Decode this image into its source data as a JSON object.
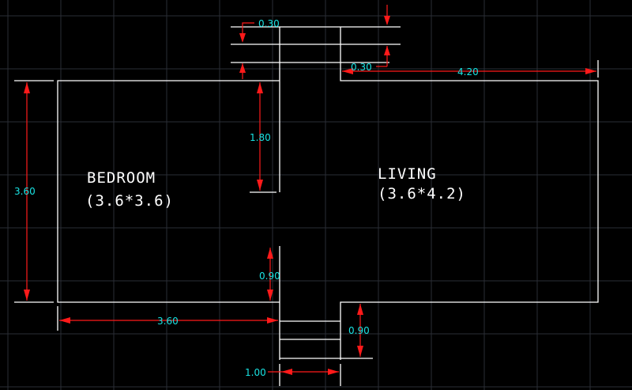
{
  "rooms": {
    "bedroom": {
      "name": "BEDROOM",
      "size": "(3.6*3.6)"
    },
    "living": {
      "name": "LIVING",
      "size": "(3.6*4.2)"
    }
  },
  "dimensions": {
    "top_gap_upper": "0.30",
    "top_gap_lower": "0.30",
    "living_width": "4.20",
    "partition_upper": "1.80",
    "bedroom_height": "3.60",
    "partition_lower": "0.90",
    "bedroom_width": "3.60",
    "bottom_gap": "0.90",
    "corridor_width": "1.00"
  },
  "colors": {
    "background": "#000000",
    "wall": "#ffffff",
    "dimension_line": "#ff1a1a",
    "dimension_text": "#19e3e3",
    "grid": "#2a2e36"
  }
}
